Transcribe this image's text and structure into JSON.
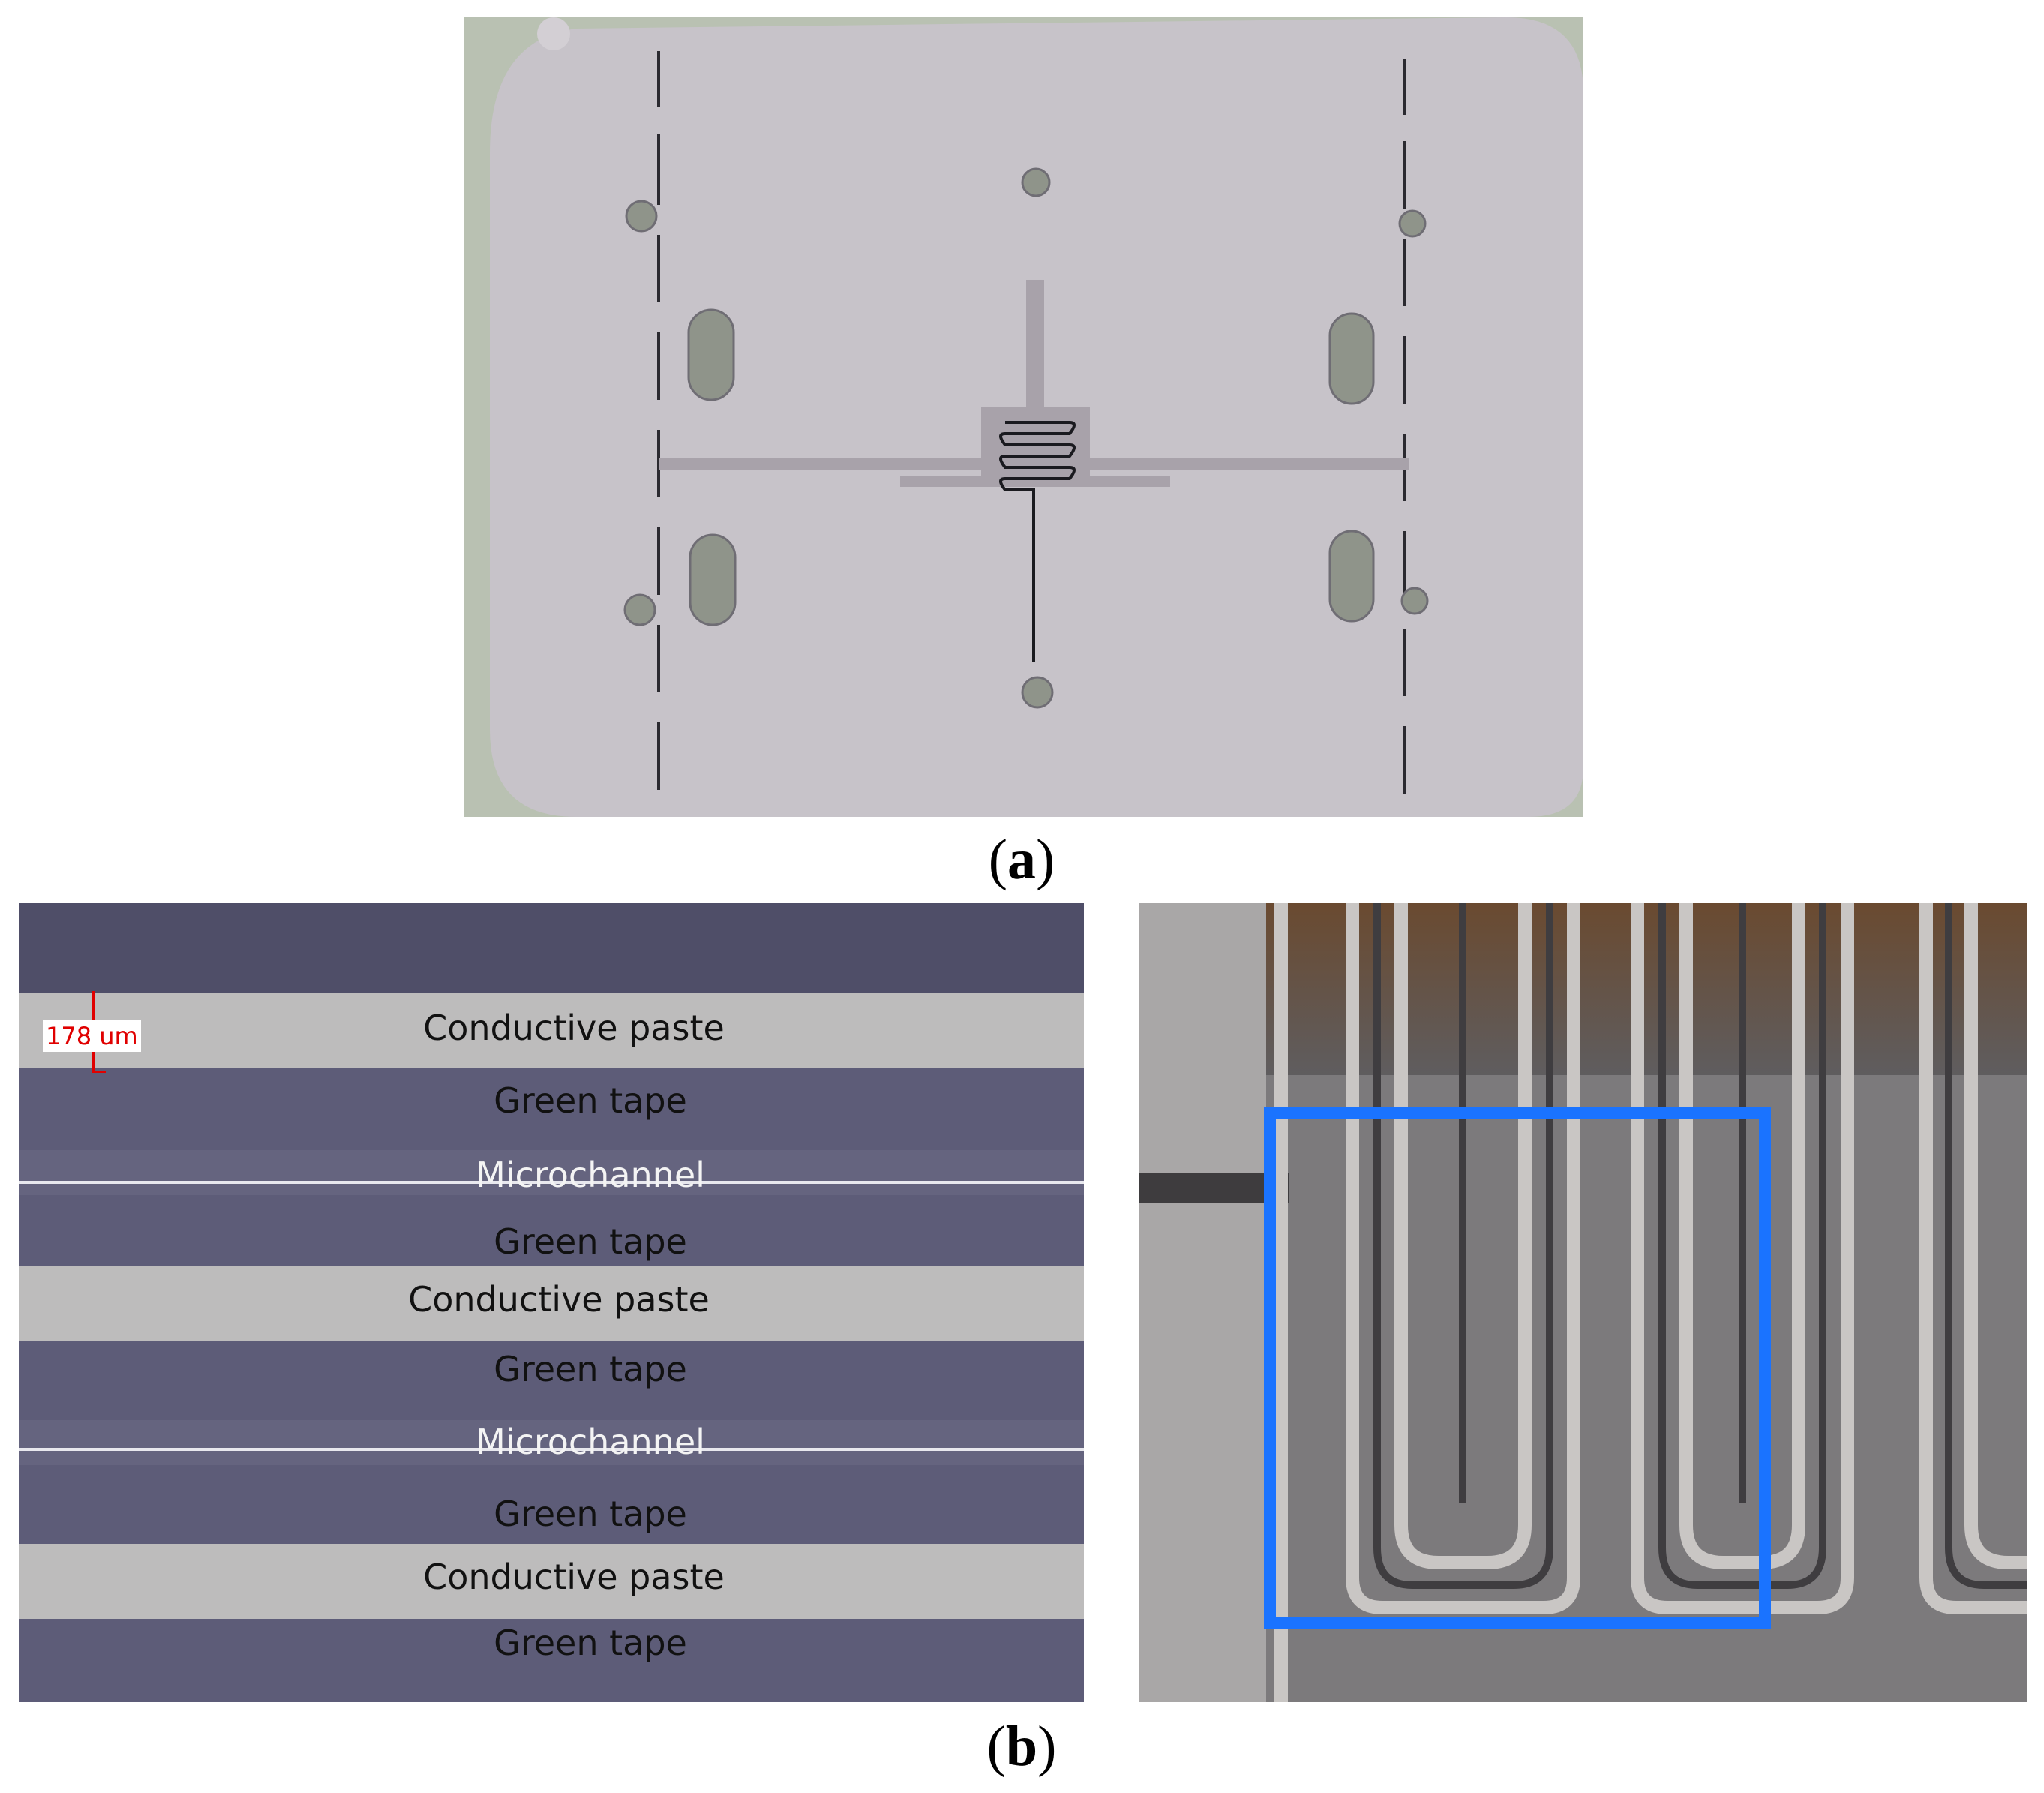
{
  "panels": {
    "a": {
      "caption_letter": "a"
    },
    "b": {
      "caption_letter": "b"
    }
  },
  "cross_section": {
    "scale_label": "178 um",
    "layers": [
      {
        "label": "Conductive paste"
      },
      {
        "label": "Green tape"
      },
      {
        "label": "Microchannel"
      },
      {
        "label": "Green tape"
      },
      {
        "label": "Conductive paste"
      },
      {
        "label": "Green tape"
      },
      {
        "label": "Microchannel"
      },
      {
        "label": "Green tape"
      },
      {
        "label": "Conductive paste"
      },
      {
        "label": "Green tape"
      }
    ]
  },
  "colors": {
    "background_green": "#b7c0b0",
    "ceramic_plate": "#c6c2c8",
    "green_tape": "#5d5c78",
    "conductive_paste": "#bdbcbc",
    "highlight_box": "#1a73ff",
    "scale_red": "#e00000"
  }
}
